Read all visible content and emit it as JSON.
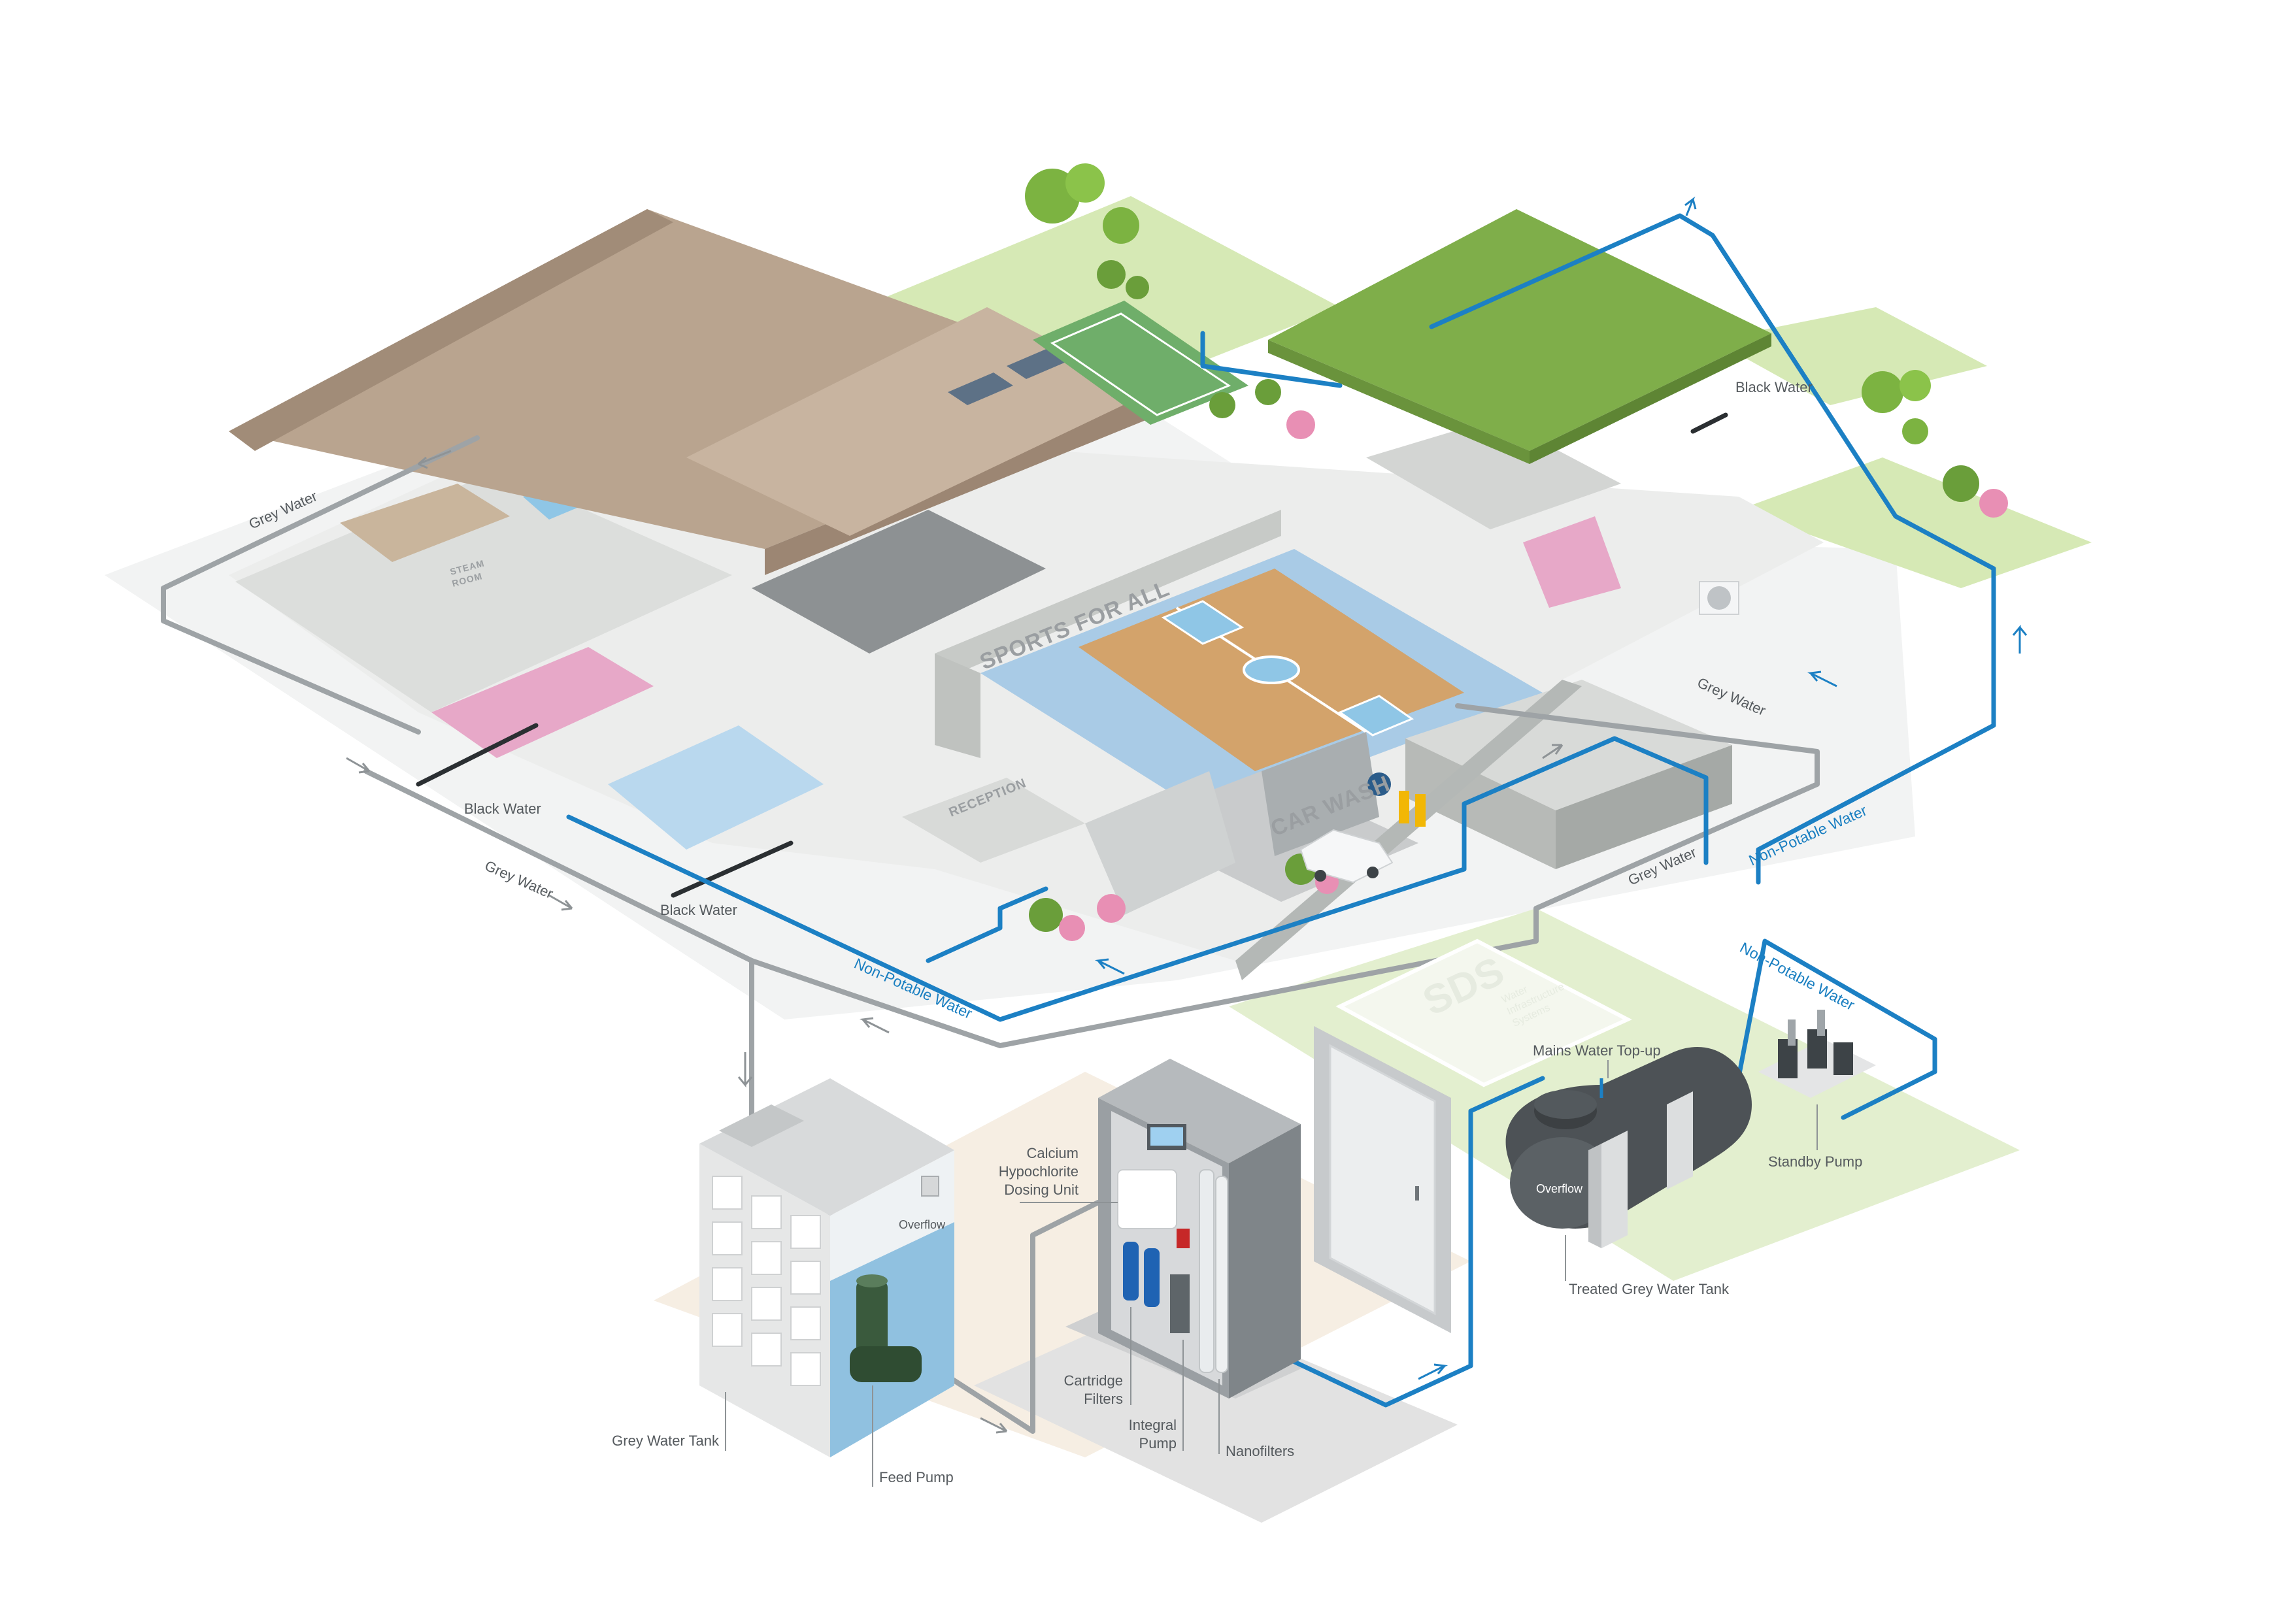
{
  "labels": {
    "grey_water": "Grey Water",
    "black_water": "Black Water",
    "non_potable_water": "Non-Potable Water",
    "mains_water_top_up": "Mains Water Top-up",
    "overflow": "Overflow",
    "standby_pump": "Standby Pump",
    "treated_grey_water_tank": "Treated Grey Water Tank",
    "calcium_line1": "Calcium",
    "calcium_line2": "Hypochlorite",
    "calcium_line3": "Dosing Unit",
    "cartridge_line1": "Cartridge",
    "cartridge_line2": "Filters",
    "integral_line1": "Integral",
    "integral_line2": "Pump",
    "nanofilters": "Nanofilters",
    "grey_water_tank": "Grey Water Tank",
    "feed_pump": "Feed Pump"
  },
  "signs": {
    "sports_for_all": "SPORTS FOR ALL",
    "car_wash": "CAR WASH",
    "reception": "RECEPTION",
    "steam_line1": "STEAM",
    "steam_line2": "ROOM"
  },
  "logo": {
    "mark": "SDS",
    "sub_line1": "Water",
    "sub_line2": "Infrastructure",
    "sub_line3": "Systems"
  },
  "colors": {
    "grey_pipe": "#9ea3a6",
    "non_potable_pipe": "#1c80c4",
    "black_water_pipe": "#2b2f32",
    "roof": "#b9a48f",
    "green_roof": "#7fae4a",
    "court": "#d3a36b",
    "court_floor": "#a9cbe6",
    "lawn": "#d6e9b5"
  }
}
